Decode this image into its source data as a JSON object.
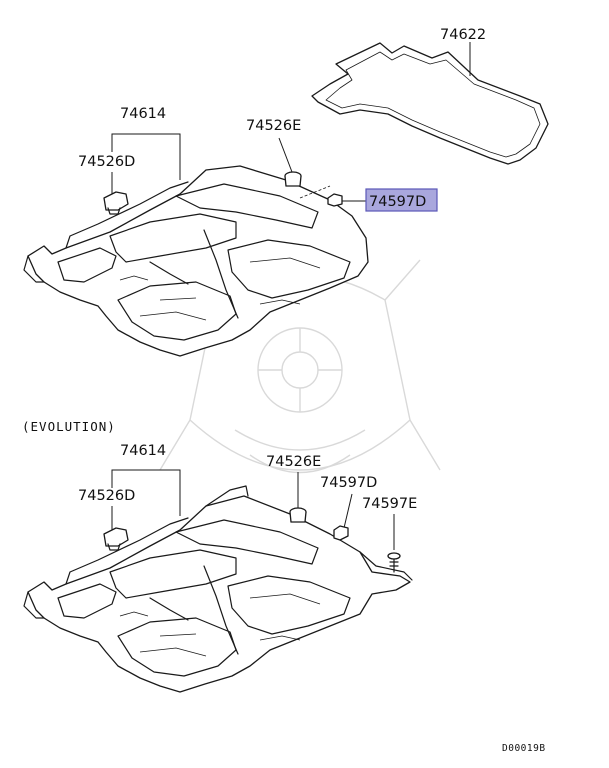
{
  "colors": {
    "highlight_fill": "#a9a7dd",
    "highlight_border": "#5b58b8",
    "line": "#1a1a1a",
    "watermark": "#d9d9d9"
  },
  "top_diagram": {
    "labels": {
      "trunk_mat": "74622",
      "floor_mat_assy": "74614",
      "clip_left": "74526D",
      "clip_center": "74526E",
      "clip_highlighted": "74597D"
    }
  },
  "bottom_diagram": {
    "variant_caption": "(EVOLUTION)",
    "labels": {
      "floor_mat_assy": "74614",
      "clip_left": "74526D",
      "clip_center": "74526E",
      "clip_mid": "74597D",
      "clip_right": "74597E"
    }
  },
  "diagram_code": "D00019B"
}
